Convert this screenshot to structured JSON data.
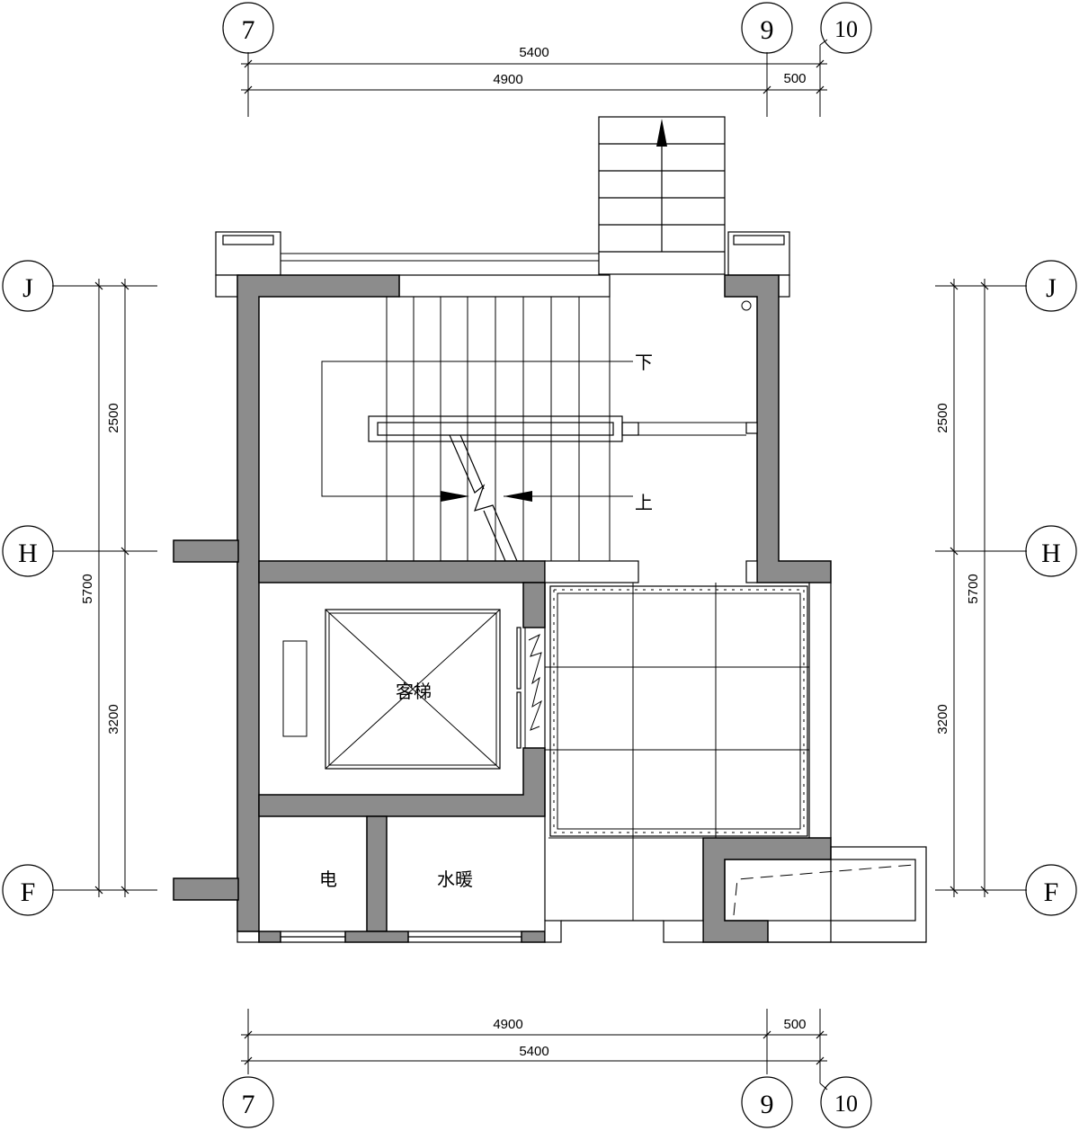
{
  "axes": {
    "top": [
      "7",
      "9",
      "10"
    ],
    "bottom": [
      "7",
      "9",
      "10"
    ],
    "left": [
      "J",
      "H",
      "F"
    ],
    "right": [
      "J",
      "H",
      "F"
    ]
  },
  "dimensions": {
    "top_total": "5400",
    "top_main": "4900",
    "top_side": "500",
    "bottom_main": "4900",
    "bottom_side": "500",
    "bottom_total": "5400",
    "left_total": "5700",
    "left_upper": "2500",
    "left_lower": "3200",
    "right_total": "5700",
    "right_upper": "2500",
    "right_lower": "3200"
  },
  "labels": {
    "stair_down": "下",
    "stair_up": "上",
    "elevator": "客梯",
    "electric": "电",
    "hvac": "水暖"
  }
}
